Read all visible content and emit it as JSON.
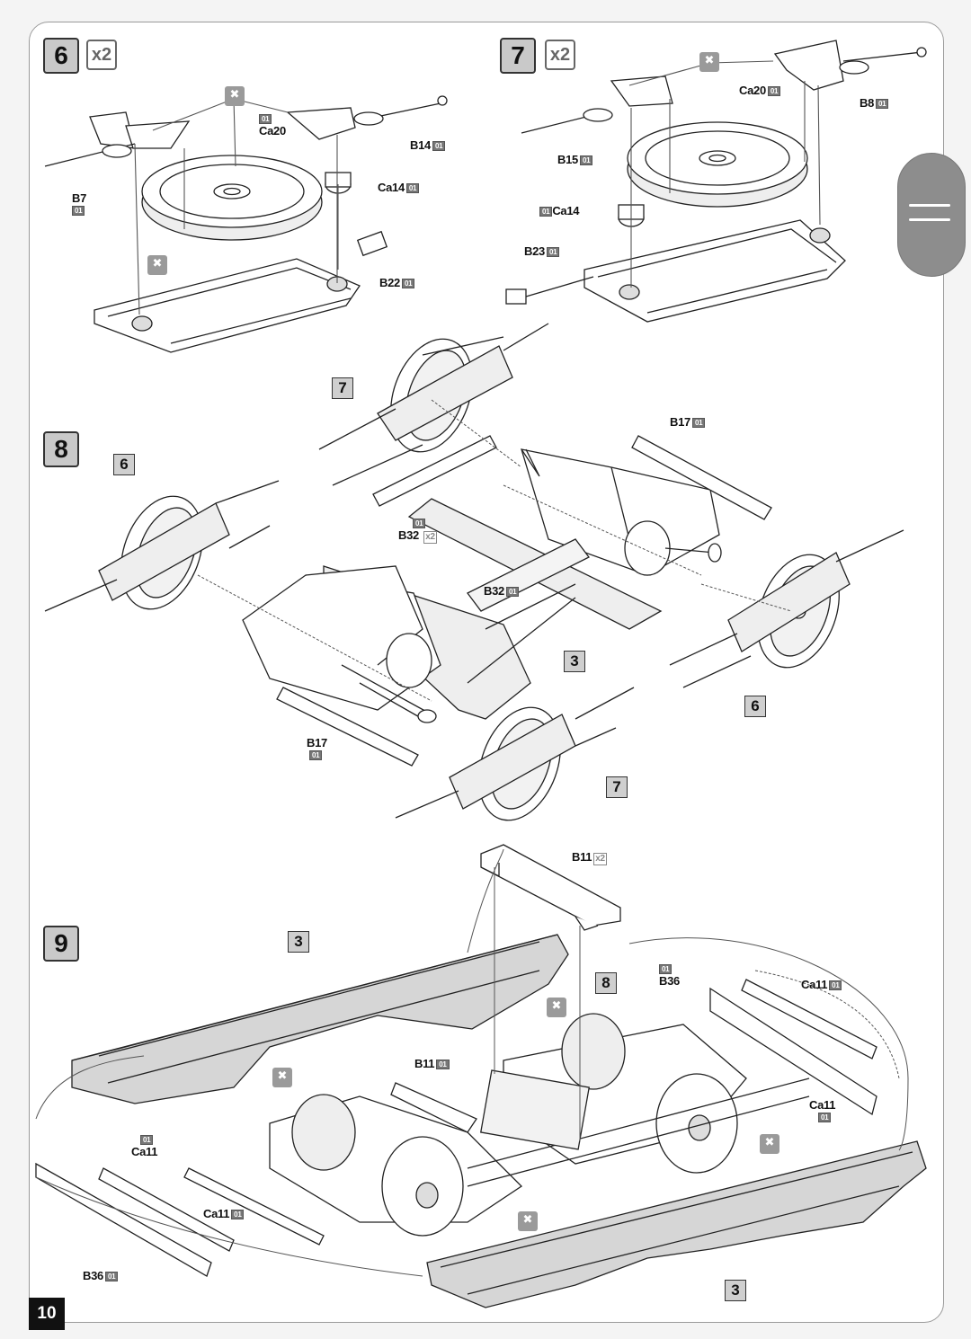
{
  "page_number": "10",
  "steps": {
    "s6": {
      "num": "6",
      "multiplier": "x2"
    },
    "s7": {
      "num": "7",
      "multiplier": "x2"
    },
    "s8": {
      "num": "8"
    },
    "s9": {
      "num": "9"
    }
  },
  "part_tag": "01",
  "refs": {
    "r6a": "6",
    "r7a": "7",
    "r3a": "3",
    "r6b": "6",
    "r7b": "7",
    "r3b": "3",
    "r8": "8",
    "r3c": "3"
  },
  "labels": {
    "ca20_s6": "Ca20",
    "b14": "B14",
    "b7": "B7",
    "ca14_s6": "Ca14",
    "b22": "B22",
    "ca20_s7": "Ca20",
    "b8": "B8",
    "b15": "B15",
    "ca14_s7": "Ca14",
    "b23": "B23",
    "b17_top": "B17",
    "b32_left": "B32",
    "b32_left_mult": "x2",
    "b32_mid": "B32",
    "b17_bottom": "B17",
    "b11_top": "B11",
    "b11_top_mult": "x2",
    "b36_top": "B36",
    "ca11_top": "Ca11",
    "b11_mid": "B11",
    "ca11_left": "Ca11",
    "ca11_right": "Ca11",
    "ca11_bottom": "Ca11",
    "b36_bottom": "B36"
  },
  "icons": [
    "glue-icon",
    "menu-icon"
  ]
}
